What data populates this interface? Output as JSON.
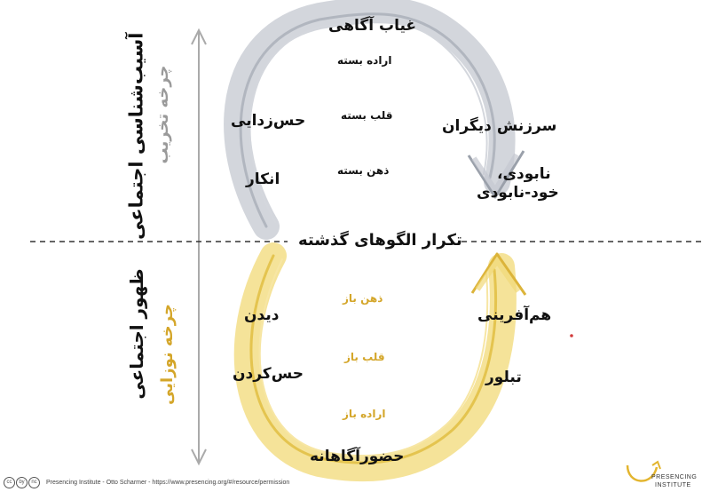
{
  "top_cycle": {
    "label_top": "غیاب آگاهی",
    "center_items": [
      "اراده بسته",
      "قلب بسته",
      "ذهن بسته"
    ],
    "left_items": [
      "حس‌زدایی",
      "انکار"
    ],
    "right_items": [
      "سرزنش دیگران",
      "نابودی،",
      "خود-نابودی"
    ],
    "side_title": "آسیب‌شناسی اجتماعی",
    "side_subtitle": "چرخه تخریب"
  },
  "divider_label": "تکرار الگوهای گذشته",
  "bottom_cycle": {
    "label_bottom": "حضورآگاهانه",
    "center_items": [
      "ذهن باز",
      "قلب باز",
      "اراده باز"
    ],
    "left_items": [
      "دیدن",
      "حس‌کردن"
    ],
    "right_items": [
      "هم‌آفرینی",
      "تبلور"
    ],
    "side_title": "ظهور اجتماعی",
    "side_subtitle": "چرخه نوزایی"
  },
  "footer": {
    "license_icons": [
      "cc",
      "by",
      "nc"
    ],
    "credit": "Presencing Institute - Otto Scharmer - https://www.presencing.org/#/resource/permission"
  },
  "logo": {
    "line1": "PRESENCING",
    "line2": "INSTITUTE"
  },
  "colors": {
    "top_arc": "#b7bcc6",
    "bottom_arc": "#ecd06a",
    "gold_text": "#d4a62a",
    "divider": "#333333",
    "axis": "#aaaaaa"
  }
}
